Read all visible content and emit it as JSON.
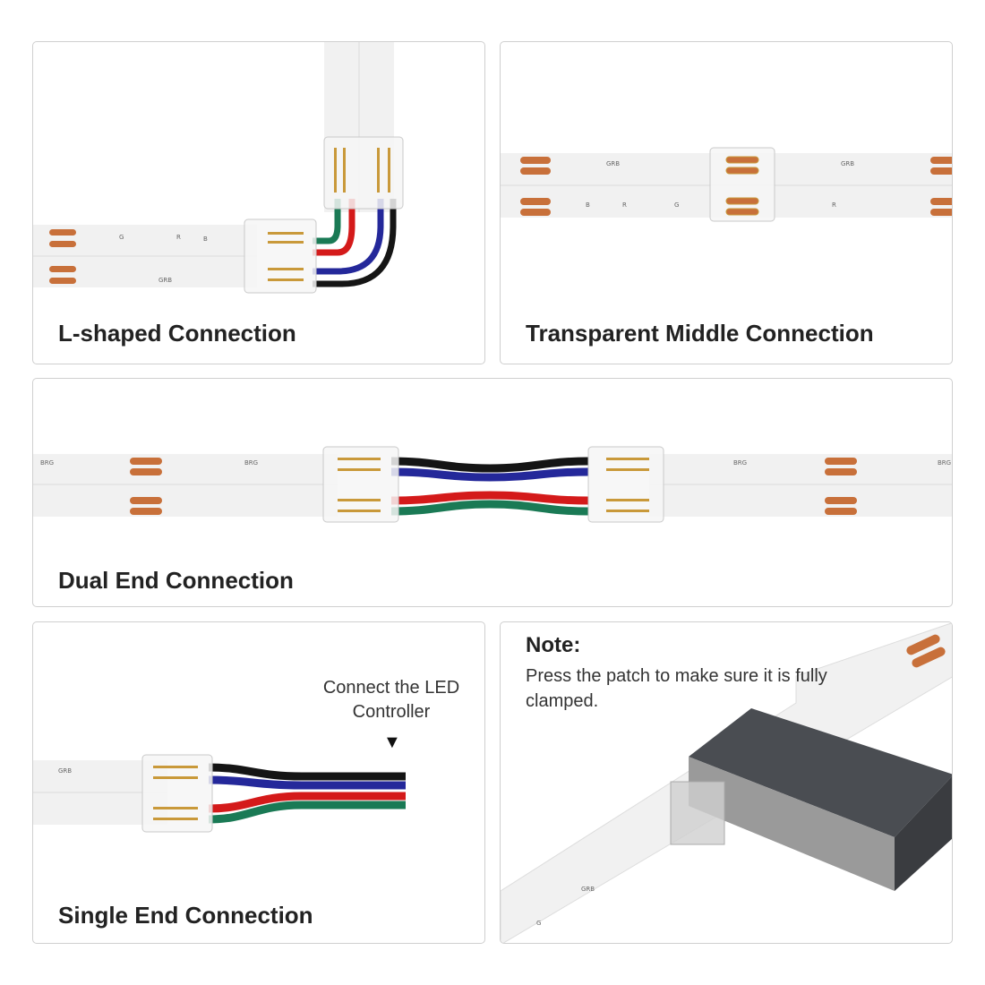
{
  "panels": {
    "l_shaped": {
      "caption": "L-shaped Connection"
    },
    "transparent_middle": {
      "caption": "Transparent Middle Connection"
    },
    "dual_end": {
      "caption": "Dual End Connection"
    },
    "single_end": {
      "caption": "Single End Connection",
      "controller_label": "Connect the LED Controller",
      "arrow_icon": "down-triangle-icon"
    },
    "note": {
      "title": "Note:",
      "body": "Press the patch to make sure it is fully clamped."
    }
  },
  "colors": {
    "wire_black": "#151515",
    "wire_blue": "#24289a",
    "wire_red": "#d41a1a",
    "wire_green": "#1a7a55",
    "copper_pad": "#c8703a",
    "strip": "#eeeeee",
    "border": "#cfcfcf"
  }
}
